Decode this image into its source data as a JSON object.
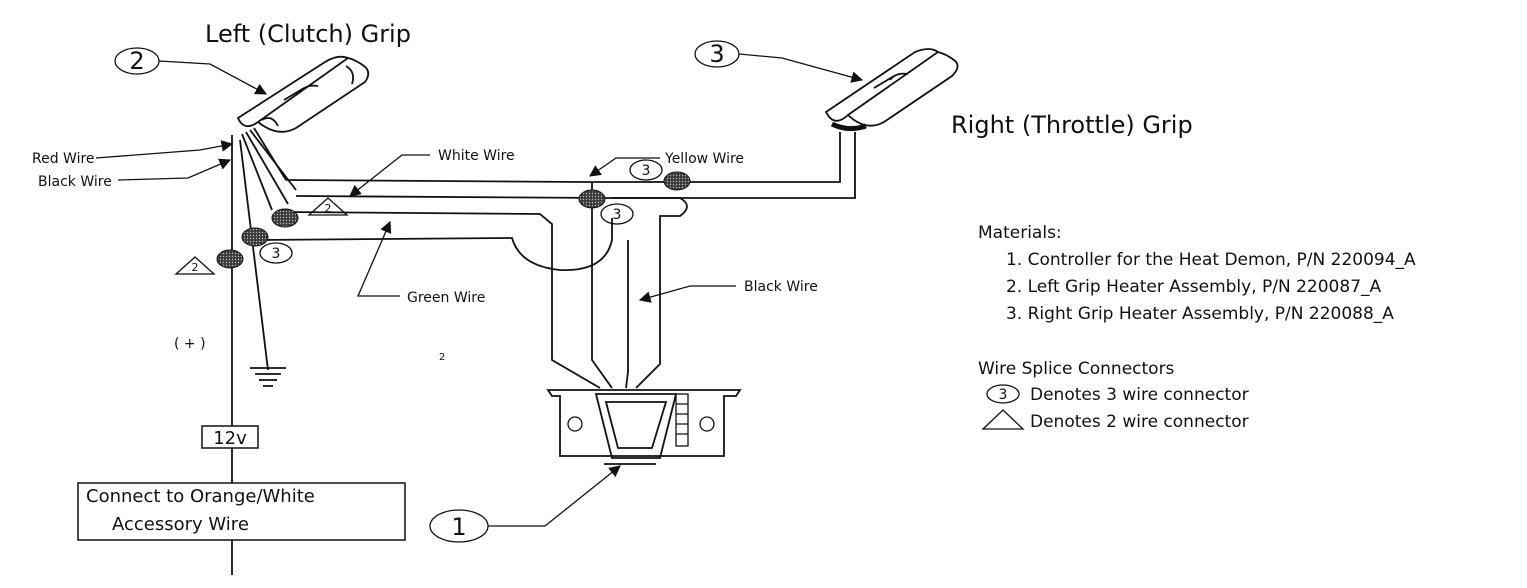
{
  "grips": {
    "left_title": "Left (Clutch) Grip",
    "right_title": "Right (Throttle) Grip"
  },
  "callouts": {
    "left_grip": "2",
    "right_grip": "3",
    "controller": "1"
  },
  "wire_labels": {
    "red": "Red Wire",
    "black_left": "Black Wire",
    "white": "White Wire",
    "yellow": "Yellow  Wire",
    "green": "Green Wire",
    "black_right": "Black Wire"
  },
  "connector_marks": {
    "three_a": "3",
    "three_b": "3",
    "three_c": "3",
    "two_a": "2",
    "two_b": "2"
  },
  "stray_mark": "2",
  "polarity": "( + )",
  "voltage": "12v",
  "power_box": {
    "line1": "Connect to Orange/White",
    "line2": "Accessory Wire"
  },
  "materials": {
    "heading": "Materials:",
    "items": [
      "1.   Controller for the Heat Demon, P/N 220094_A",
      "2.   Left Grip Heater Assembly, P/N 220087_A",
      "3.   Right Grip Heater Assembly, P/N 220088_A"
    ]
  },
  "legend": {
    "heading": "Wire Splice Connectors",
    "three_symbol": "3",
    "three_text": "Denotes 3 wire connector",
    "two_text": "Denotes 2 wire connector"
  },
  "splice_color": "#2a2a2a"
}
